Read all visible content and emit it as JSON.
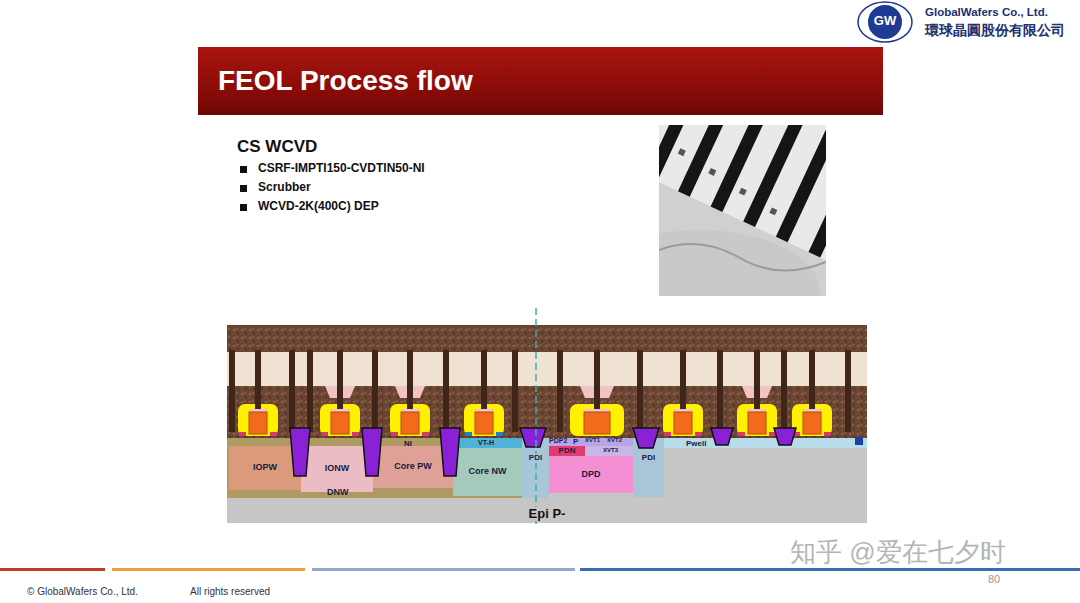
{
  "diagram": {
    "title": "FEOL Process flow",
    "nodes": [
      {
        "text": [
          "Epi P-"
        ]
      },
      {
        "text": [
          "DNW"
        ],
        "in": 0
      },
      {
        "text": [
          "IOPW"
        ],
        "in": 1
      },
      {
        "text": [
          "IONW"
        ],
        "in": 1
      },
      {
        "text": [
          "Core PW"
        ],
        "in": 1
      },
      {
        "text": [
          "Core NW"
        ],
        "in": 0
      },
      {
        "text": [
          "PDI"
        ],
        "in": 0
      },
      {
        "text": [
          "PDN"
        ],
        "in": 0
      },
      {
        "text": [
          "DPD"
        ],
        "in": 0
      },
      {
        "text": [
          "PDI"
        ],
        "in": 0
      }
    ],
    "labels": [
      "GW",
      "GlobalWafers Co., Ltd.",
      "環球晶圓股份有限公司",
      "CS WCVD",
      "CSRF-IMPTI150-CVDTIN50-NI",
      "Scrubber",
      "WCVD-2K(400C) DEP",
      "NI",
      "VT-H",
      "PDP2",
      "P",
      "XVT1",
      "XVT2",
      "XVT3",
      "Pwell",
      "知乎 @爱在七夕时",
      "80",
      "© GlobalWafers Co., Ltd.",
      "All rights reserved"
    ]
  }
}
